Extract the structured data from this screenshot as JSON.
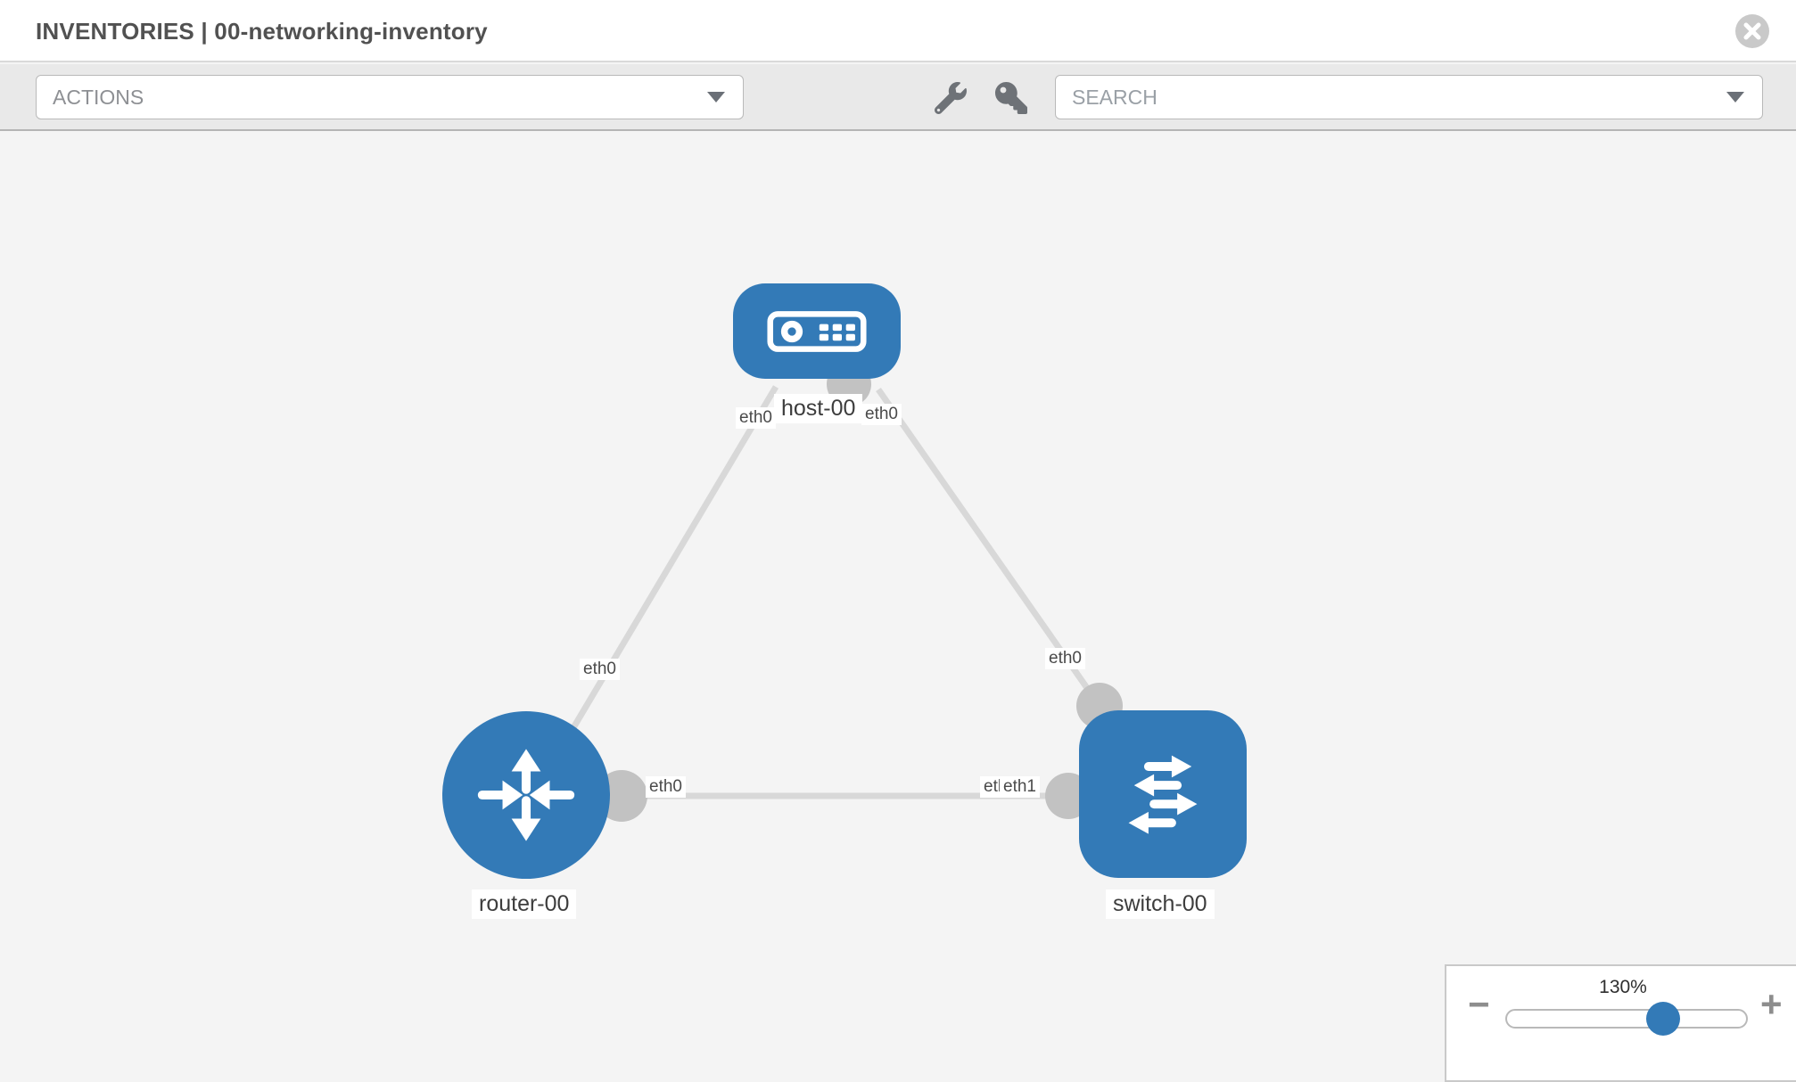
{
  "header": {
    "title": "INVENTORIES | 00-networking-inventory"
  },
  "toolbar": {
    "actions_label": "ACTIONS",
    "search_placeholder": "SEARCH"
  },
  "canvas": {
    "nodes": [
      {
        "label": "host-00",
        "type": "host",
        "shape": "rounded-rect"
      },
      {
        "label": "router-00",
        "type": "router",
        "shape": "circle"
      },
      {
        "label": "switch-00",
        "type": "switch",
        "shape": "rounded-square"
      }
    ],
    "links": [
      {
        "from": "host-00",
        "to": "router-00",
        "from_label": "eth0",
        "to_label": "eth0"
      },
      {
        "from": "host-00",
        "to": "switch-00",
        "from_label": "eth0",
        "to_label": "eth0"
      },
      {
        "from": "router-00",
        "to": "switch-00",
        "from_label": "eth0",
        "to_label_under": "eth0",
        "to_label_over": "eth1"
      }
    ],
    "colors": {
      "node_fill": "#337ab7",
      "link": "#d8d8d8",
      "port": "#c2c2c2"
    }
  },
  "zoom_panel": {
    "level": "130%",
    "minus_label": "−",
    "plus_label": "+"
  }
}
